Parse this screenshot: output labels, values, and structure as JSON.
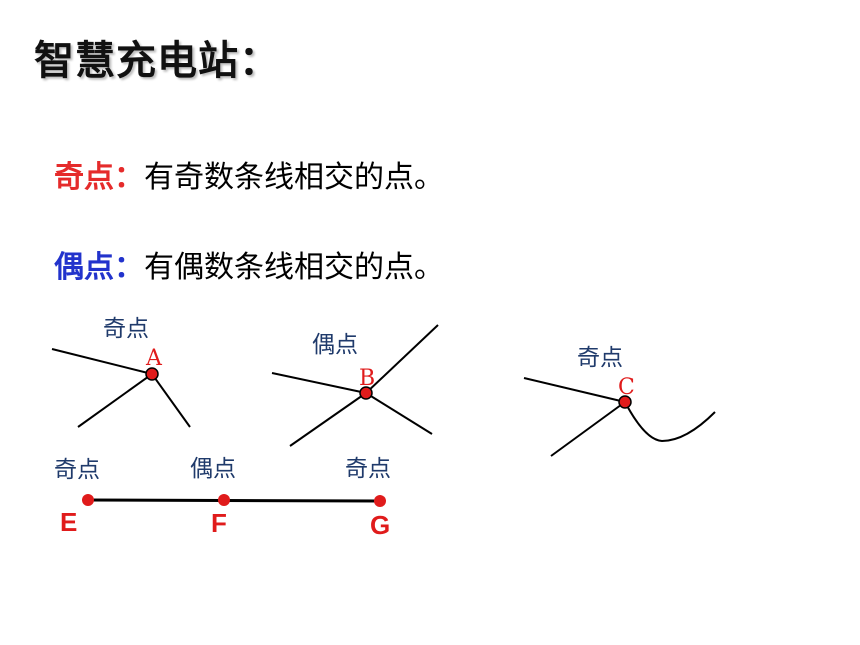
{
  "title": "智慧充电站：",
  "definitions": {
    "odd": {
      "term": "奇点：",
      "text": "有奇数条线相交的点。"
    },
    "even": {
      "term": "偶点：",
      "text": "有偶数条线相交的点。"
    }
  },
  "figures": {
    "a": {
      "caption": "奇点",
      "point": "A"
    },
    "b": {
      "caption": "偶点",
      "point": "B"
    },
    "c": {
      "caption": "奇点",
      "point": "C"
    },
    "segment": {
      "captions": [
        "奇点",
        "偶点",
        "奇点"
      ],
      "points": [
        "E",
        "F",
        "G"
      ]
    }
  },
  "colors": {
    "odd_term": "#e52b2b",
    "even_term": "#2233cc",
    "point": "#e01b1b",
    "caption": "#1f3a6b"
  }
}
